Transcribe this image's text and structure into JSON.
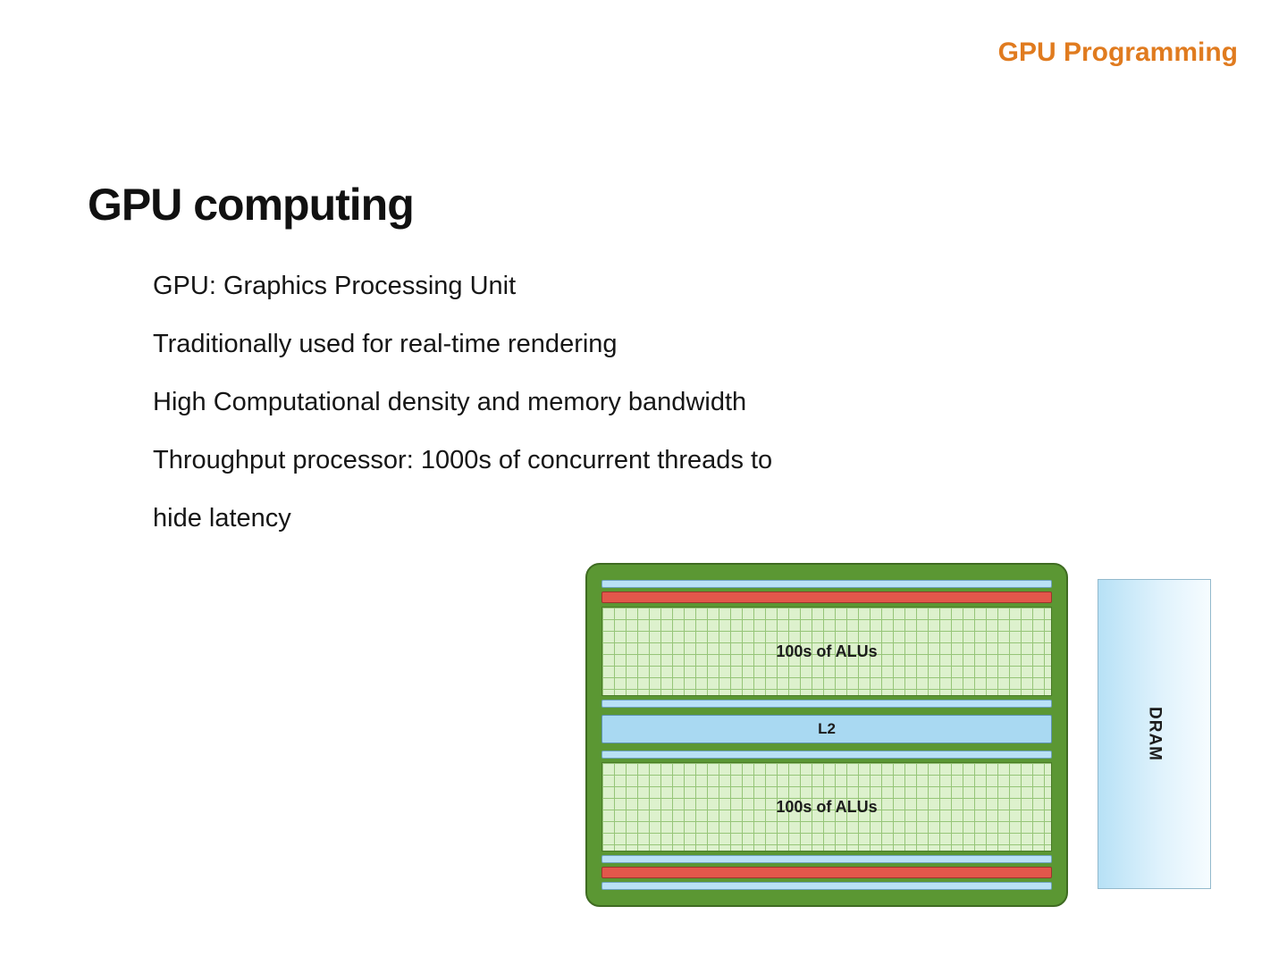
{
  "header": {
    "label": "GPU Programming",
    "accent_color": "#e07b1f"
  },
  "slide": {
    "title": "GPU computing",
    "bullets": [
      "GPU: Graphics Processing Unit",
      "Traditionally used for real-time rendering",
      "High Computational density and memory bandwidth",
      "Throughput processor: 1000s of concurrent threads to",
      "hide latency"
    ]
  },
  "diagram": {
    "alu_top_label": "100s of ALUs",
    "alu_bottom_label": "100s of ALUs",
    "l2_label": "L2",
    "dram_label": "DRAM",
    "colors": {
      "chip_green": "#5b9733",
      "grid_fill": "#ddf1cd",
      "grid_line": "#96c578",
      "strip_red": "#e2574b",
      "strip_blue": "#b9e1f6",
      "l2_blue": "#a9d9f2",
      "dram_blue": "#b7e1f6"
    }
  }
}
